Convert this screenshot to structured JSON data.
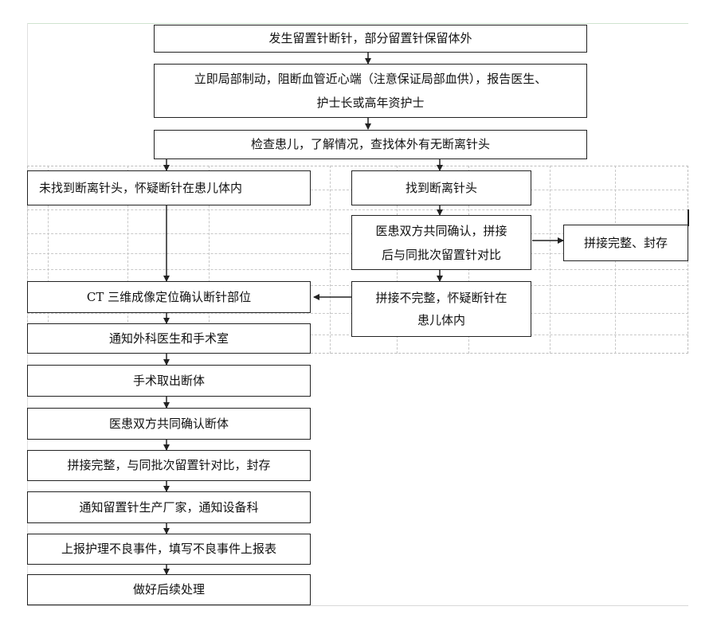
{
  "nodes": {
    "n1": "发生留置针断针，部分留置针保留体外",
    "n2_line1": "立即局部制动，阻断血管近心端（注意保证局部血供），报告医生、",
    "n2_line2": "护士长或高年资护士",
    "n3": "检查患儿，了解情况，查找体外有无断离针头",
    "n4": "未找到断离针头，怀疑断针在患儿体内",
    "n5": "找到断离针头",
    "n6_line1": "医患双方共同确认，拼接",
    "n6_line2": "后与同批次留置针对比",
    "n7": "拼接完整、封存",
    "n8": "CT 三维成像定位确认断针部位",
    "n9_line1": "拼接不完整，怀疑断针在",
    "n9_line2": "患儿体内",
    "n10": "通知外科医生和手术室",
    "n11": "手术取出断体",
    "n12": "医患双方共同确认断体",
    "n13": "拼接完整，与同批次留置针对比，封存",
    "n14": "通知留置针生产厂家，通知设备科",
    "n15": "上报护理不良事件，填写不良事件上报表",
    "n16": "做好后续处理"
  }
}
